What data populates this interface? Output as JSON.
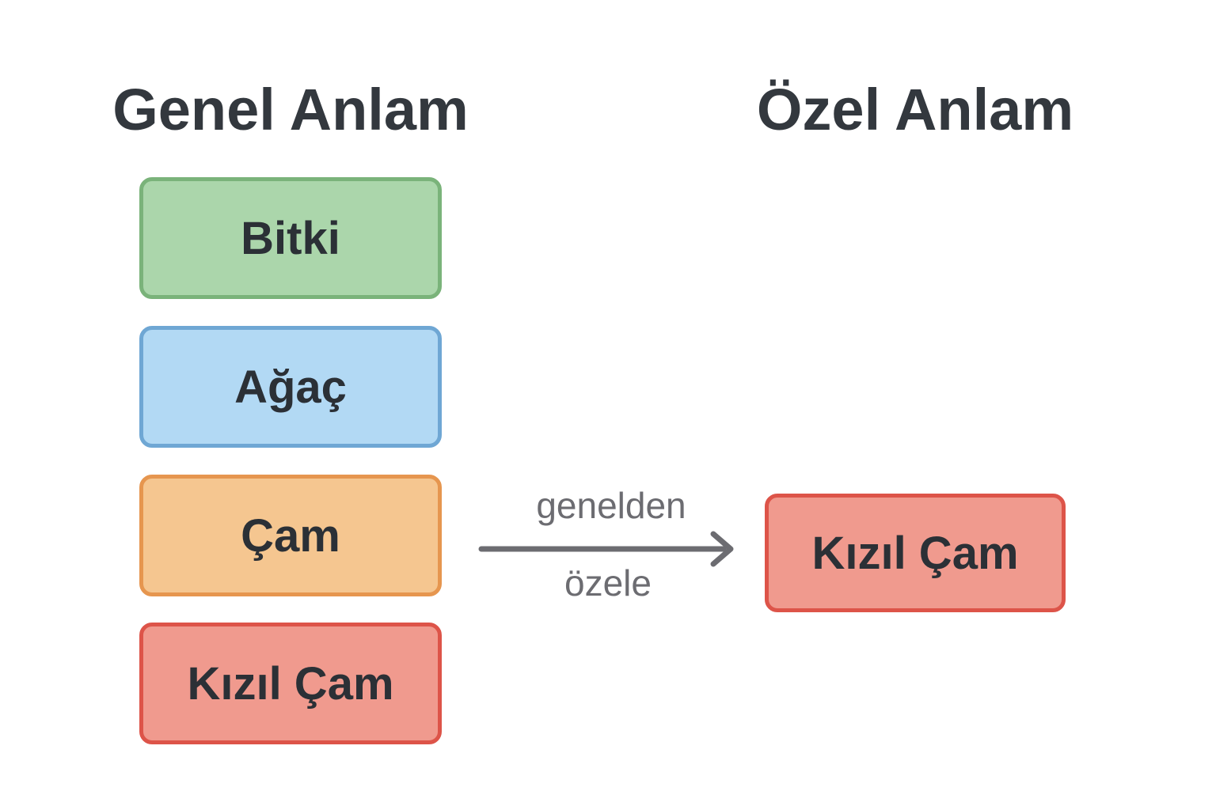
{
  "diagram": {
    "left_column": {
      "heading": "Genel Anlam",
      "boxes": [
        {
          "label": "Bitki",
          "fill": "#abd6ab",
          "border": "#7ab37a"
        },
        {
          "label": "Ağaç",
          "fill": "#b2d9f4",
          "border": "#6fa7d4"
        },
        {
          "label": "Çam",
          "fill": "#f5c690",
          "border": "#e6964f"
        },
        {
          "label": "Kızıl Çam",
          "fill": "#f09a8e",
          "border": "#dd5449"
        }
      ]
    },
    "right_column": {
      "heading": "Özel Anlam",
      "box": {
        "label": "Kızıl Çam",
        "fill": "#f09a8e",
        "border": "#dd5449"
      }
    },
    "arrow": {
      "label_top": "genelden",
      "label_bottom": "özele",
      "color": "#6c6c71"
    },
    "colors": {
      "background": "#ffffff",
      "heading_text": "#33383e",
      "box_text": "#2b3036"
    }
  }
}
